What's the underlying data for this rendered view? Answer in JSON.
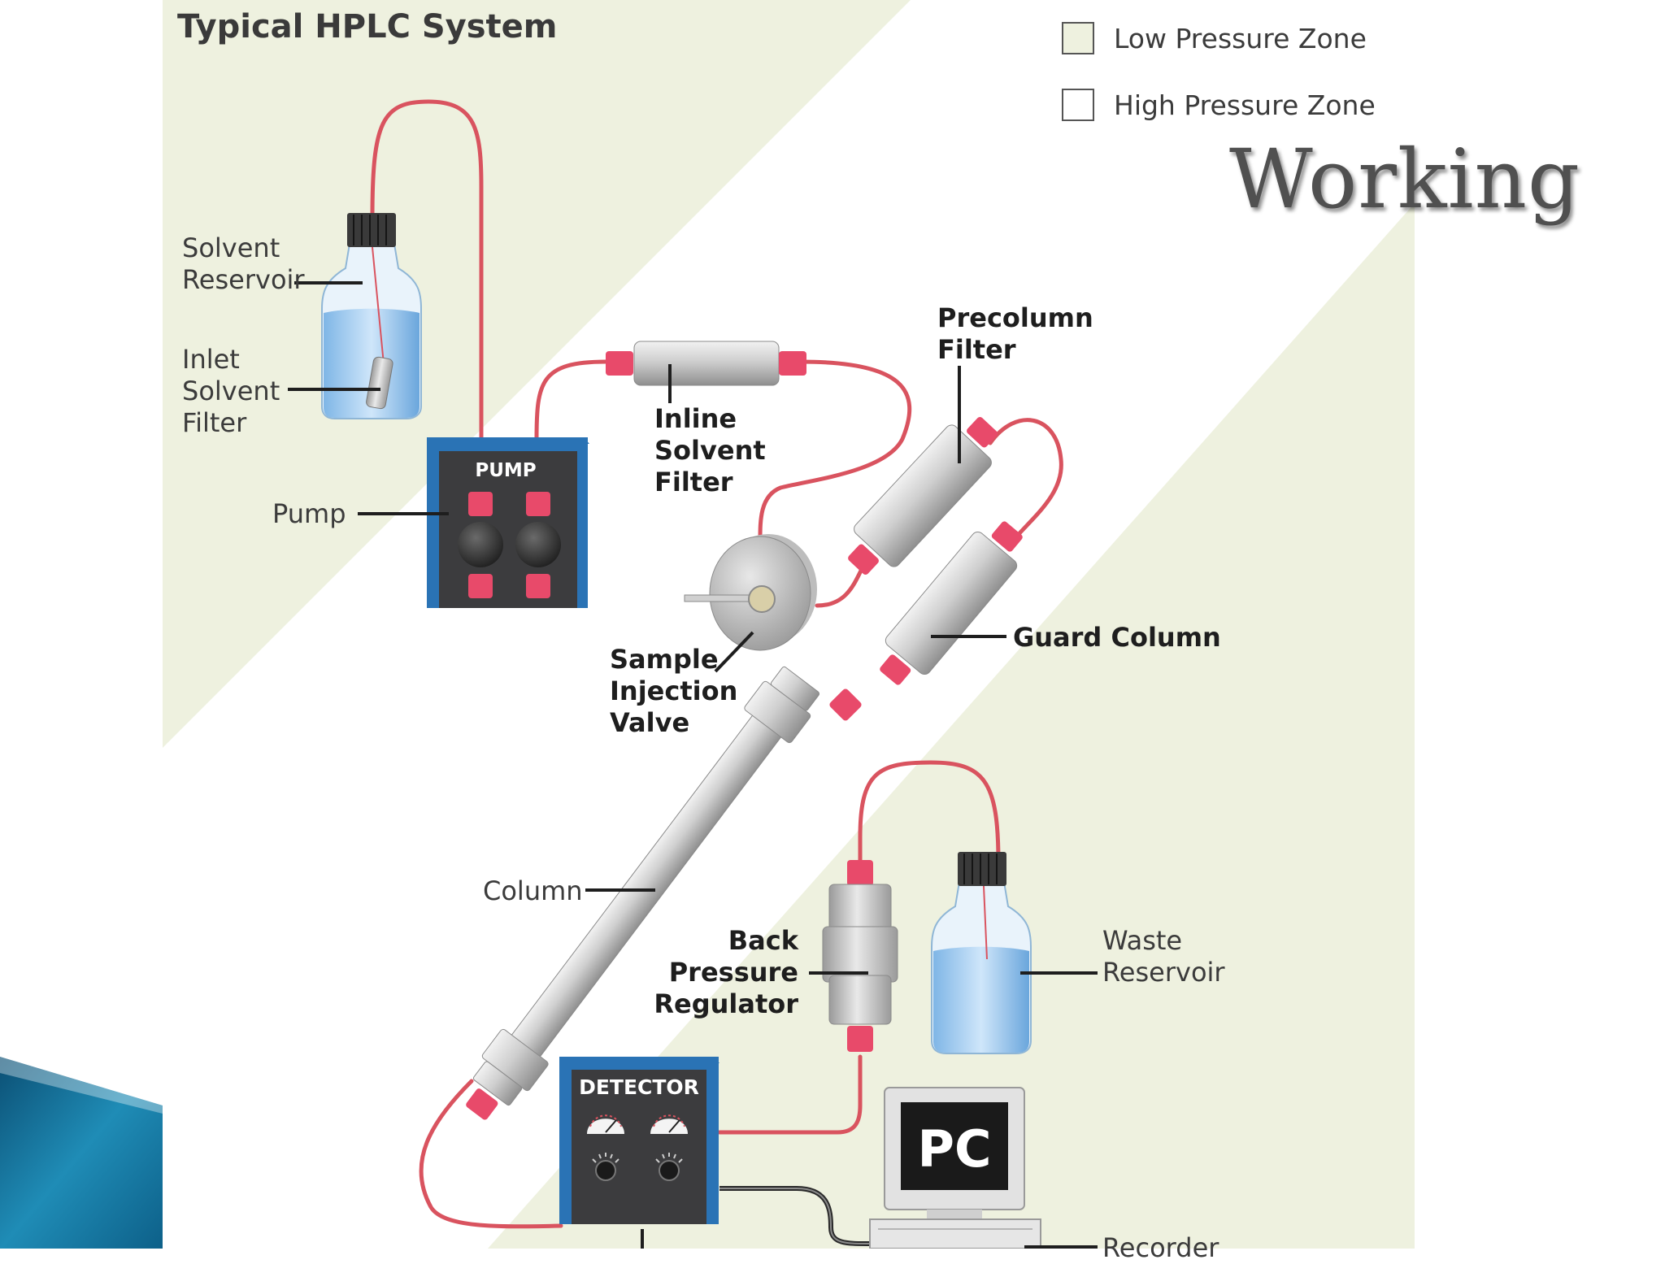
{
  "title": "Typical HPLC System",
  "heading": "Working",
  "legend": {
    "low": "Low Pressure Zone",
    "high": "High Pressure Zone"
  },
  "labels": {
    "solvent_reservoir": "Solvent\nReservoir",
    "inlet_solvent_filter": "Inlet\nSolvent\nFilter",
    "pump": "Pump",
    "inline_solvent_filter": "Inline\nSolvent\nFilter",
    "precolumn_filter": "Precolumn\nFilter",
    "sample_injection_valve": "Sample\nInjection\nValve",
    "guard_column": "Guard Column",
    "column": "Column",
    "back_pressure_regulator": "Back\nPressure\nRegulator",
    "waste_reservoir": "Waste\nReservoir",
    "recorder": "Recorder"
  },
  "device_text": {
    "pump": "PUMP",
    "detector": "DETECTOR",
    "pc": "PC"
  },
  "colors": {
    "zone_tint": "#eef1df",
    "tubing": "#d9535f",
    "fitting": "#e84a6a",
    "device_blue": "#2a73b5",
    "device_dark": "#3c3c3e"
  }
}
